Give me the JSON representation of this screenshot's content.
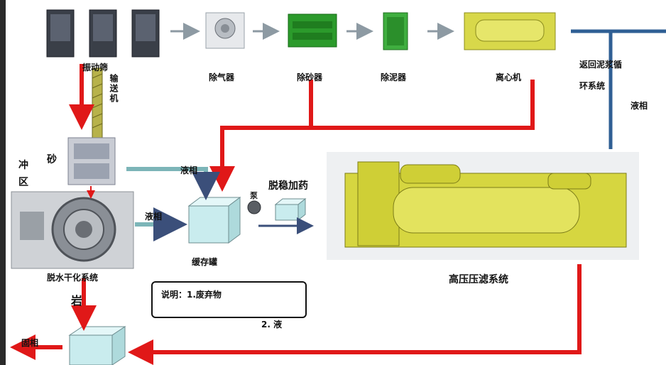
{
  "colors": {
    "waste_arrow": "#e01818",
    "liquid_blue": "#2f5f94",
    "liquid_teal": "#7cb5b8",
    "equipment_yellow": "#d8d84a",
    "equipment_green": "#2b9a2b",
    "tank_cyan": "#c9ecee"
  },
  "labels": {
    "shaker": "振动筛",
    "degasser": "除气器",
    "desander": "除砂器",
    "desilter": "除泥器",
    "centrifuge": "离心机",
    "conveyor": "输送机",
    "return_mud": "返回泥浆循环系统",
    "liquid_right": "液相",
    "flush_zone_1": "冲",
    "flush_zone_2": "砂",
    "flush_zone_3": "区",
    "liquid_top": "液相",
    "liquid_mid": "液相",
    "dosing": "脱稳加药",
    "pump": "泵",
    "buffer_tank": "缓存罐",
    "dewater": "脱水干化系统",
    "rock": "岩",
    "solid": "固相",
    "filter": "高压压滤系统"
  },
  "legend": {
    "item1": "说明：1.废弃物",
    "item2": "2. 液"
  }
}
